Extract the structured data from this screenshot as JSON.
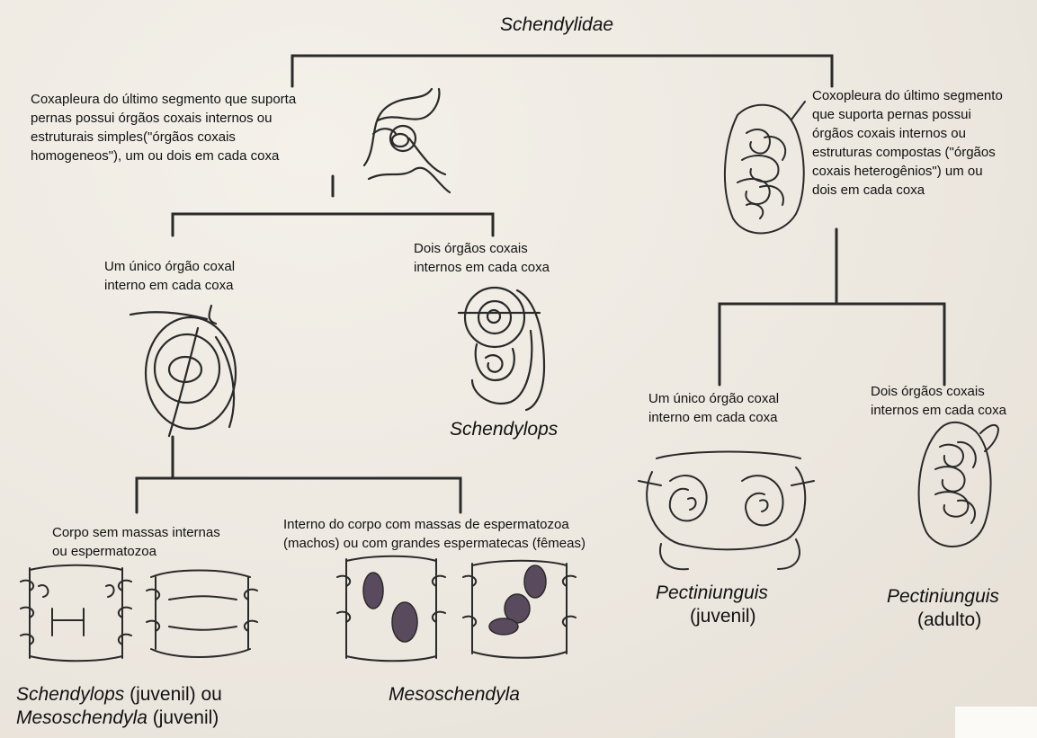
{
  "title": "Schendylidae",
  "left_group": {
    "description": "Coxapleura do último segmento que suporta\npernas possui órgãos coxais internos ou\nestruturais simples(\"órgãos coxais\nhomogeneos\"), um ou dois em cada coxa",
    "single_organ": "Um único órgão coxal\ninterno em cada coxa",
    "two_organs": "Dois órgãos coxais\ninternos em cada coxa",
    "schendylops": "Schendylops",
    "no_masses": "Corpo sem massas internas\nou espermatozoa",
    "with_masses": "Interno do corpo com massas de espermatozoa\n(machos) ou com grandes espermatecas (fêmeas)",
    "juvenile_label": {
      "line1_italic": "Schendylops",
      "line1_rest": " (juvenil) ou",
      "line2_italic": "Mesoschendyla",
      "line2_rest": " (juvenil)"
    },
    "mesoschendyla": "Mesoschendyla"
  },
  "right_group": {
    "description": "Coxopleura do último segmento\nque suporta pernas possui\nórgãos coxais internos ou\nestruturas compostas (\"órgãos\ncoxais heterogênios\") um ou\ndois em cada coxa",
    "single_organ": "Um único órgão coxal\ninterno em cada coxa",
    "two_organs": "Dois órgãos coxais\ninternos em cada coxa",
    "pect_juvenile_name": "Pectiniunguis",
    "pect_juvenile_stage": "(juvenil)",
    "pect_adult_name": "Pectiniunguis",
    "pect_adult_stage": "(adulto)"
  }
}
